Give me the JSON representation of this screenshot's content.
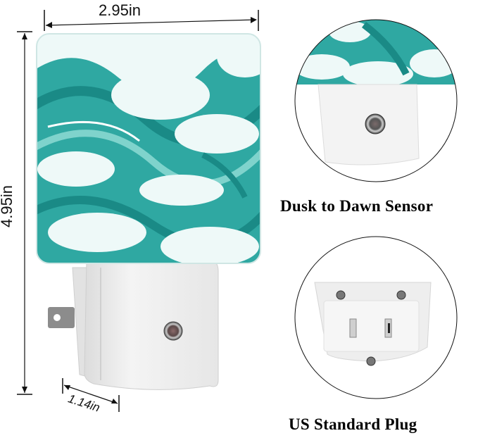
{
  "product": {
    "name": "Plug-in LED Night Light",
    "pattern": "teal ocean waves",
    "colors": {
      "wave_dark": "#1a8a86",
      "wave_mid": "#2fa8a2",
      "wave_light": "#7fd3cc",
      "foam": "#eef9f8",
      "housing": "#f2f2f2",
      "housing_shadow": "#d9d9d9",
      "outline": "#000000"
    }
  },
  "dimensions": {
    "width_label": "2.95in",
    "height_label": "4.95in",
    "depth_label": "1.14in"
  },
  "features": [
    {
      "caption": "Dusk to Dawn Sensor",
      "icon": "light-sensor-icon"
    },
    {
      "caption": "US Standard Plug",
      "icon": "plug-prongs-icon"
    }
  ]
}
